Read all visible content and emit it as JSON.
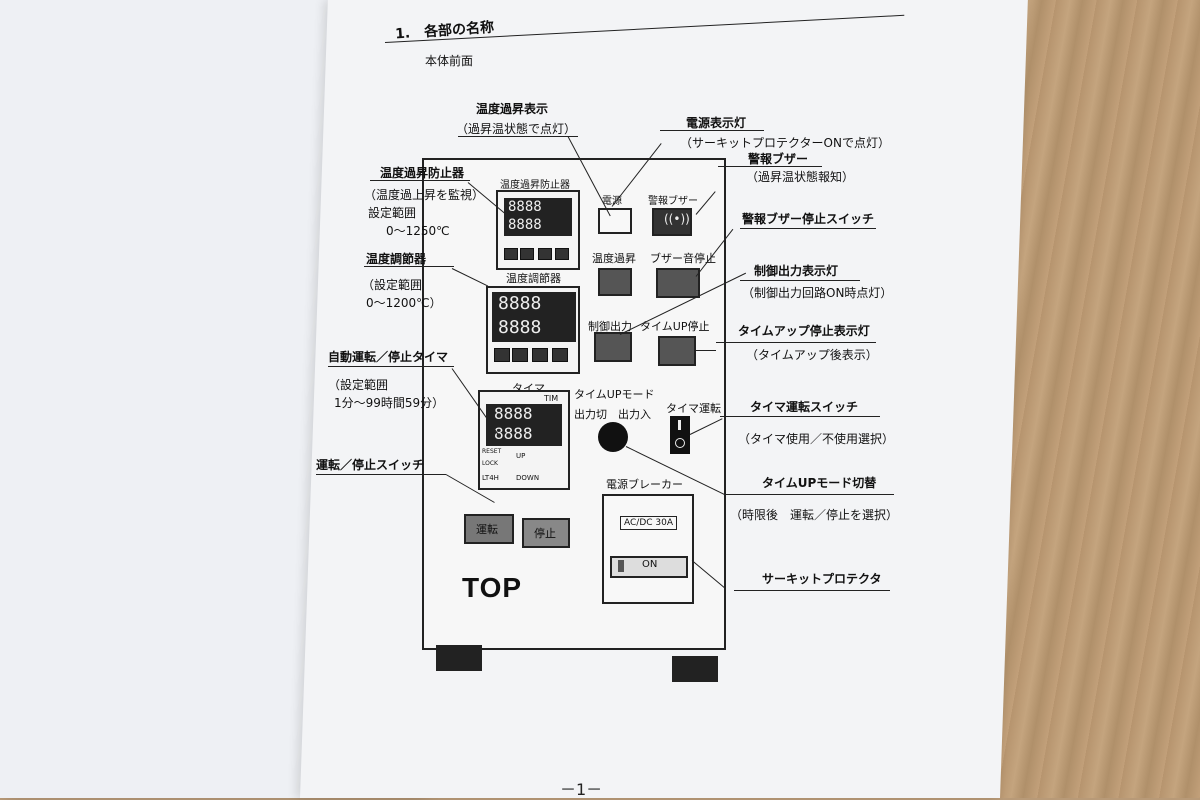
{
  "section": {
    "title": "1.　各部の名称",
    "subtitle": "本体前面"
  },
  "labels_left": {
    "overtemp_display": "温度過昇表示",
    "overtemp_display_note": "（過昇温状態で点灯）",
    "overtemp_preventer": "温度過昇防止器",
    "overtemp_preventer_note1": "（温度過上昇を監視）",
    "overtemp_preventer_note2": "設定範囲",
    "overtemp_preventer_note3": "0～1250℃",
    "temp_controller": "温度調節器",
    "temp_controller_note1": "（設定範囲",
    "temp_controller_note2": "0～1200℃）",
    "auto_timer": "自動運転／停止タイマ",
    "auto_timer_note1": "（設定範囲",
    "auto_timer_note2": "1分～99時間59分）",
    "run_stop_switch": "運転／停止スイッチ"
  },
  "labels_right": {
    "power_lamp": "電源表示灯",
    "power_lamp_note": "（サーキットプロテクターONで点灯）",
    "alarm_buzzer": "警報ブザー",
    "alarm_buzzer_note": "（過昇温状態報知）",
    "buzzer_stop_switch": "警報ブザー停止スイッチ",
    "ctrl_output_lamp": "制御出力表示灯",
    "ctrl_output_lamp_note": "（制御出力回路ON時点灯）",
    "timeup_stop_lamp": "タイムアップ停止表示灯",
    "timeup_stop_lamp_note": "（タイムアップ後表示）",
    "timer_run_switch": "タイマ運転スイッチ",
    "timer_run_switch_note": "（タイマ使用／不使用選択）",
    "timeup_mode_switch": "タイムUPモード切替",
    "timeup_mode_switch_note": "（時限後　運転／停止を選択）",
    "circuit_protector": "サーキットプロテクタ"
  },
  "cabinet": {
    "overtemp_preventer_title": "温度過昇防止器",
    "temp_controller_title": "温度調節器",
    "timer_title": "タイマ",
    "power": "電源",
    "alarm_buzzer": "警報ブザー",
    "overtemp": "温度過昇",
    "buzzer_stop": "ブザー音停止",
    "ctrl_output": "制御出力",
    "timeup_stop": "タイムUP停止",
    "timeup_mode": "タイムUPモード",
    "output_off": "出力切",
    "output_on": "出力入",
    "timer_run": "タイマ運転",
    "breaker_title": "電源ブレーカー",
    "breaker_rating": "AC/DC 30A",
    "breaker_on": "ON",
    "run_button": "運転",
    "stop_button": "停止",
    "display_digits_top": "8888",
    "display_digits_bottom": "8888",
    "timer_model": "LT4H",
    "timer_tim": "TIM",
    "timer_reset": "RESET",
    "timer_lock": "LOCK",
    "timer_up": "UP",
    "timer_down": "DOWN",
    "logo": "TOP"
  },
  "page_number": "－1－",
  "colors": {
    "ink": "#111111",
    "paper": "#f3f4f6",
    "desk": "#b89a78",
    "display": "#222222"
  }
}
